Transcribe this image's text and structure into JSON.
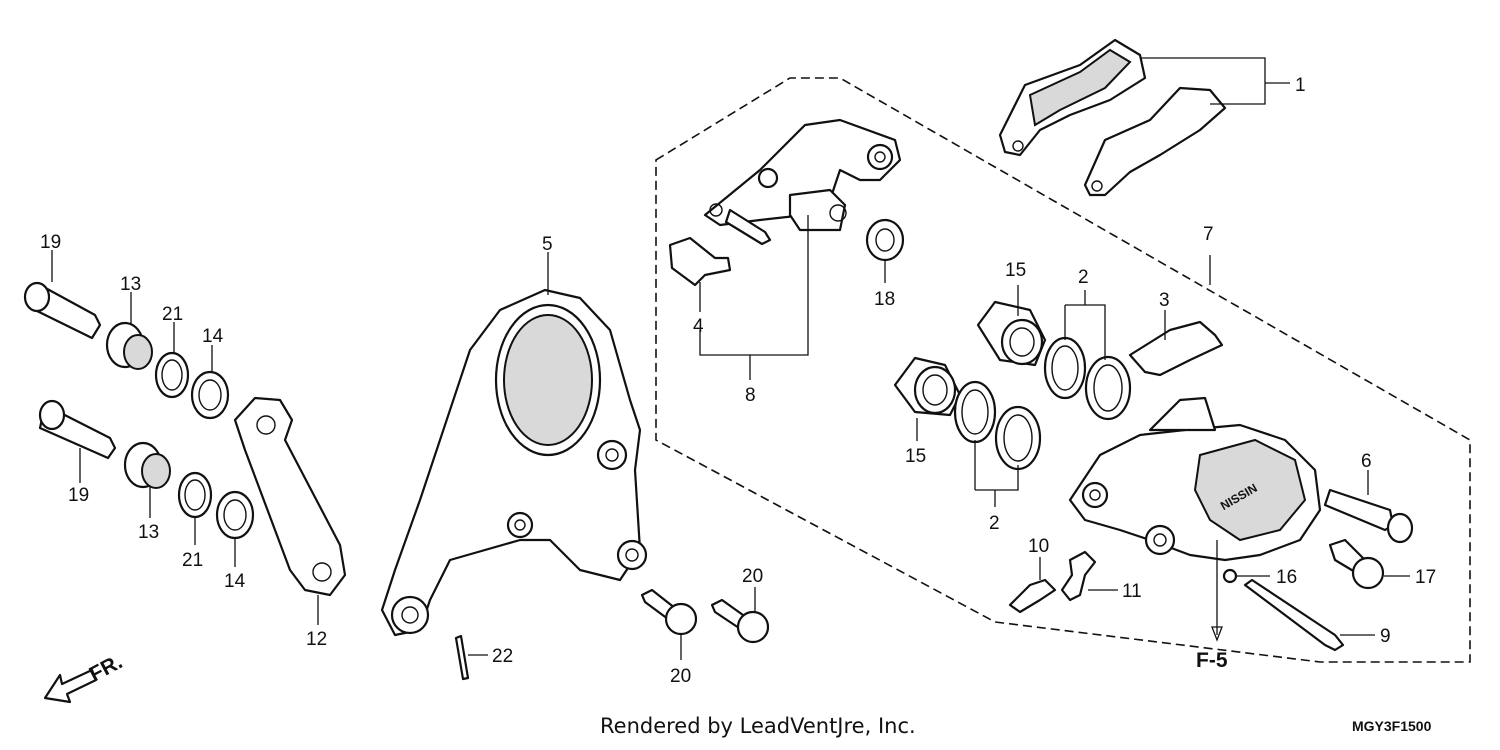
{
  "diagram": {
    "callouts": {
      "c1": "1",
      "c2a": "2",
      "c2b": "2",
      "c3": "3",
      "c4": "4",
      "c5": "5",
      "c6": "6",
      "c7": "7",
      "c8": "8",
      "c9": "9",
      "c10": "10",
      "c11": "11",
      "c12": "12",
      "c13a": "13",
      "c13b": "13",
      "c14a": "14",
      "c14b": "14",
      "c15a": "15",
      "c15b": "15",
      "c16": "16",
      "c17": "17",
      "c18": "18",
      "c19a": "19",
      "c19b": "19",
      "c20a": "20",
      "c20b": "20",
      "c21a": "21",
      "c21b": "21",
      "c22": "22"
    },
    "ref": "F-5",
    "direction": "FR.",
    "caliper_brand": "NISSIN",
    "footer": "Rendered by LeadVentJre, Inc.",
    "code": "MGY3F1500"
  }
}
